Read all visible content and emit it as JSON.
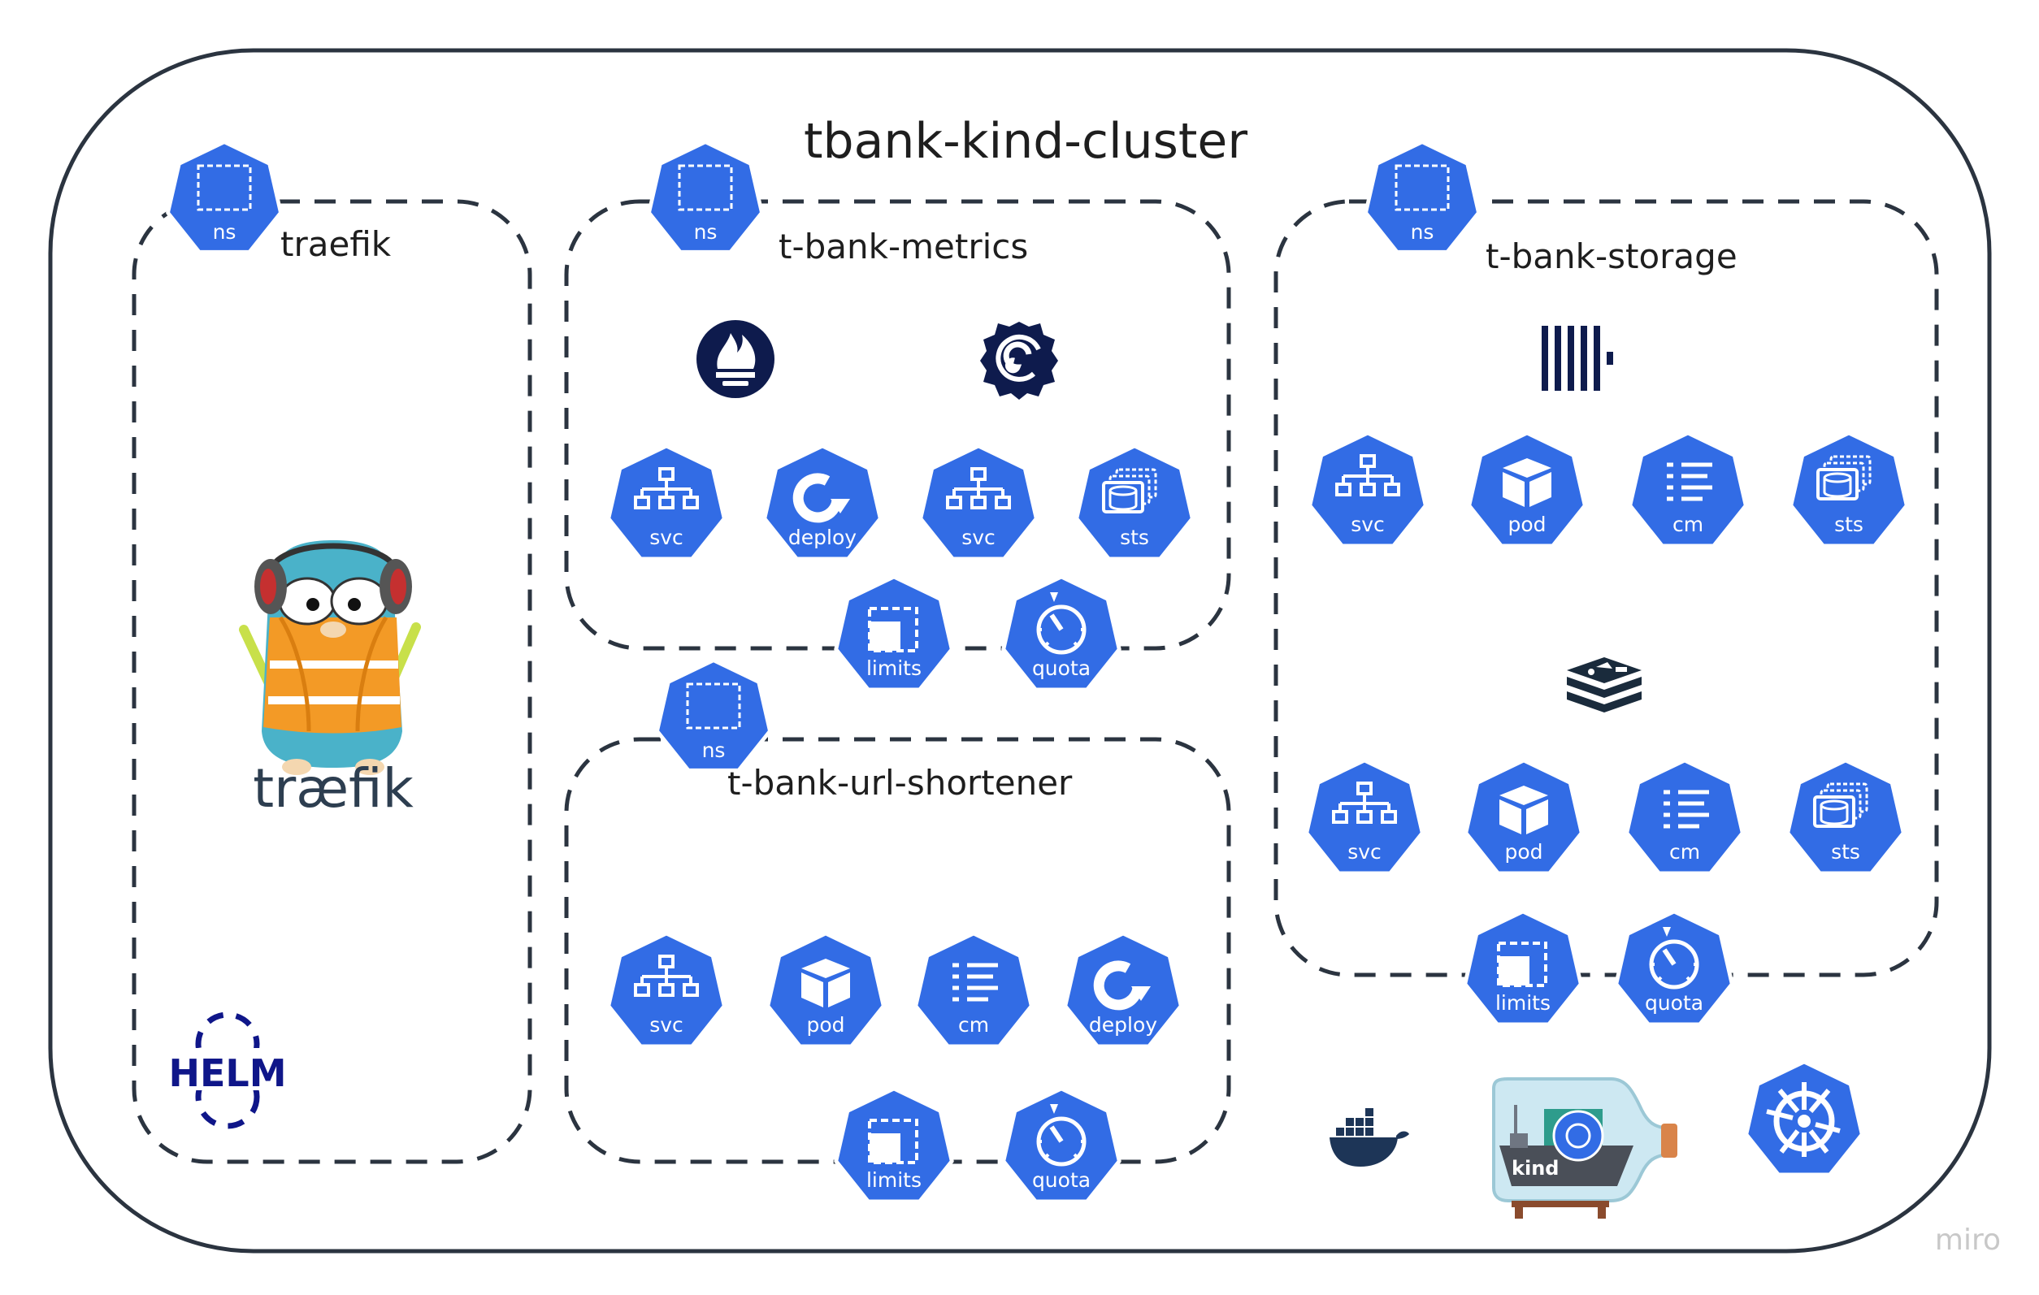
{
  "cluster": {
    "title": "tbank-kind-cluster"
  },
  "namespaces": {
    "traefik": {
      "name": "traefik",
      "badge": "ns",
      "logo_text": "træfik",
      "helm_text": "HELM"
    },
    "metrics": {
      "name": "t-bank-metrics",
      "badge": "ns"
    },
    "shortener": {
      "name": "t-bank-url-shortener",
      "badge": "ns"
    },
    "storage": {
      "name": "t-bank-storage",
      "badge": "ns"
    }
  },
  "resources": {
    "metrics": [
      "svc",
      "deploy",
      "svc",
      "sts"
    ],
    "metrics_limits": [
      "limits",
      "quota"
    ],
    "shortener": [
      "svc",
      "pod",
      "cm",
      "deploy"
    ],
    "shortener_limits": [
      "limits",
      "quota"
    ],
    "storage_a": [
      "svc",
      "pod",
      "cm",
      "sts"
    ],
    "storage_b": [
      "svc",
      "pod",
      "cm",
      "sts"
    ],
    "storage_limits": [
      "limits",
      "quota"
    ]
  },
  "tools": {
    "kind_label": "kind"
  },
  "watermark": "miro",
  "colors": {
    "k8s_blue": "#326ce5",
    "border": "#2b3440",
    "navy": "#0e1b4d",
    "docker": "#1d3557"
  }
}
